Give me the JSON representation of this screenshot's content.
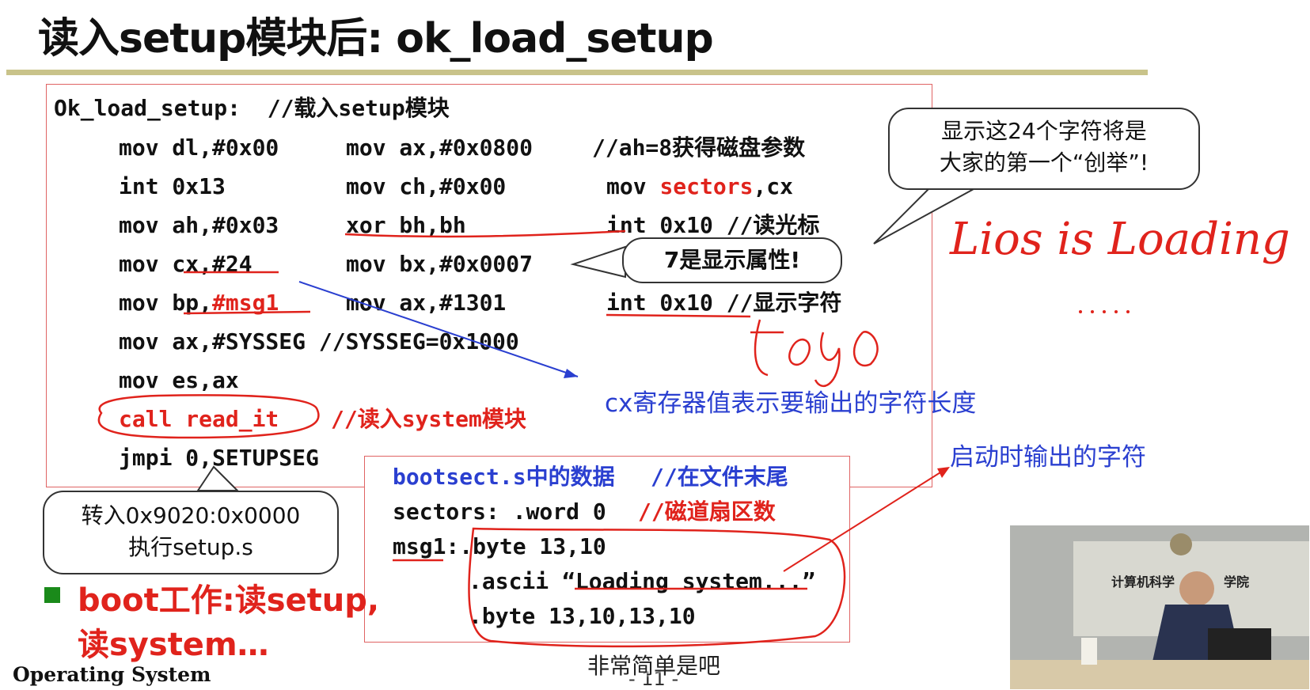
{
  "slide": {
    "title": "读入setup模块后: ok_load_setup",
    "footer": "Operating System",
    "page_number": "- 11 -",
    "subtitle": "非常简单是吧"
  },
  "code": {
    "l1": "Ok_load_setup:  //载入setup模块",
    "l2a": "mov dl,#0x00",
    "l2b": "mov ax,#0x0800",
    "l2c": "//ah=8获得磁盘参数",
    "l3a": "int 0x13",
    "l3b": "mov ch,#0x00",
    "l3c": "mov ",
    "l3d": "sectors",
    "l3e": ",cx",
    "l4a": "mov ah,#0x03",
    "l4b": "xor bh,bh",
    "l4c": "int 0x10 //读光标",
    "l5a": "mov cx,#24",
    "l5b": "mov bx,#0x0007",
    "l6a": "mov bp,",
    "l6b": "#msg1",
    "l6c": "mov ax,#1301",
    "l6d": "int 0x10 //显示字符",
    "l7": "mov ax,#SYSSEG //SYSSEG=0x1000",
    "l8": "mov es,ax",
    "l9a": "call read_it",
    "l9b": "//读入system模块",
    "l10": "jmpi 0,SETUPSEG"
  },
  "data_box": {
    "l1a": "bootsect.s中的数据",
    "l1b": "//在文件末尾",
    "l2a": "sectors: .word 0",
    "l2b": "//磁道扇区数",
    "l3": "msg1:.byte 13,10",
    "l4": ".ascii “Loading system...”",
    "l5": ".byte 13,10,13,10"
  },
  "callouts": {
    "chars24_l1": "显示这24个字符将是",
    "chars24_l2": "大家的第一个“创举”!",
    "attr7": "7是显示属性!",
    "jump_l1": "转入0x9020:0x0000",
    "jump_l2": "执行setup.s"
  },
  "notes": {
    "cx_note": "cx寄存器值表示要输出的字符长度",
    "boot_chars": "启动时输出的字符"
  },
  "bullets": {
    "b1": "boot工作:读setup,",
    "b2": "读system…"
  },
  "handwriting": {
    "text": "Lios is Loading"
  },
  "video": {
    "banner": "计算机科学",
    "banner2": "学院"
  },
  "colors": {
    "accent_red": "#e0231c",
    "note_blue": "#2a3fd0",
    "bullet_green": "#1a8a1a",
    "title_rule": "#c9c38a"
  }
}
